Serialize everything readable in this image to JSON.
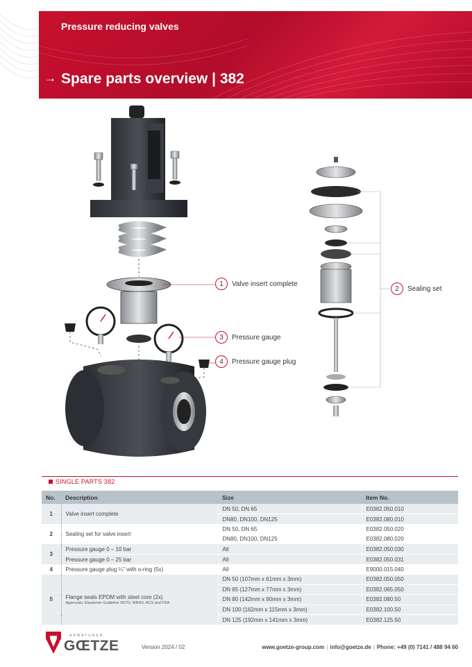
{
  "header": {
    "category": "Pressure reducing valves",
    "title": "Spare parts overview | 382",
    "arrow": "→"
  },
  "callouts": [
    {
      "num": "1",
      "label": "Valve insert complete"
    },
    {
      "num": "2",
      "label": "Sealing set"
    },
    {
      "num": "3",
      "label": "Pressure gauge"
    },
    {
      "num": "4",
      "label": "Pressure gauge plug"
    }
  ],
  "table": {
    "section_label": "SINGLE PARTS 382",
    "headers": {
      "no": "No.",
      "description": "Description",
      "size": "Size",
      "item": "Item No."
    },
    "rows": [
      {
        "no": "1",
        "desc": "Valve insert complete",
        "sizes": [
          {
            "size": "DN 50, DN 65",
            "item": "E0382.050.010"
          },
          {
            "size": "DN80, DN100, DN125",
            "item": "E0382.080.010"
          }
        ]
      },
      {
        "no": "2",
        "desc": "Sealing set for valve insert",
        "sizes": [
          {
            "size": "DN 50, DN 65",
            "item": "E0382.050.020"
          },
          {
            "size": "DN80, DN100, DN125",
            "item": "E0382.080.020"
          }
        ]
      },
      {
        "no": "3",
        "descs": [
          "Pressure gauge 0 – 10 bar",
          "Pressure gauge 0 – 25 bar"
        ],
        "sizes": [
          {
            "size": "All",
            "item": "E0382.050.030"
          },
          {
            "size": "All",
            "item": "E0382.050.031"
          }
        ]
      },
      {
        "no": "4",
        "desc": "Pressure gauge plug ¼\" with o-ring (5x)",
        "sizes": [
          {
            "size": "All",
            "item": "E9000.015.040"
          }
        ]
      },
      {
        "no": "5",
        "desc": "Flange seals EPDM with steel core (2x)",
        "approval": "Approvals: Elastomer Guideline W270, WRAS, ACS and FDA",
        "sizes": [
          {
            "size": "DN 50 (107mm x 61mm x 3mm)",
            "item": "E0382.050.050"
          },
          {
            "size": "DN 65 (127mm x 77mm x 3mm)",
            "item": "E0382.065.050"
          },
          {
            "size": "DN 80 (142mm x 90mm x 3mm)",
            "item": "E0382.080.50"
          },
          {
            "size": "DN 100 (162mm x 115mm x 3mm)",
            "item": "E0382.100.50"
          },
          {
            "size": "DN 125 (192mm x 141mm x 3mm)",
            "item": "E0382.125.50"
          }
        ]
      }
    ]
  },
  "footer": {
    "logo_top": "ARMATUREN",
    "logo": "GŒTZE",
    "version": "Version 2024 / 02",
    "website": "www.goetze-group.com",
    "email": "info@goetze.de",
    "phone": "Phone: +49 (0) 7141 / 488 94 60",
    "sep": "|"
  },
  "colors": {
    "brand_red": "#c8102e",
    "table_header": "#b8c2c9",
    "row_shade": "#e9edf0"
  }
}
